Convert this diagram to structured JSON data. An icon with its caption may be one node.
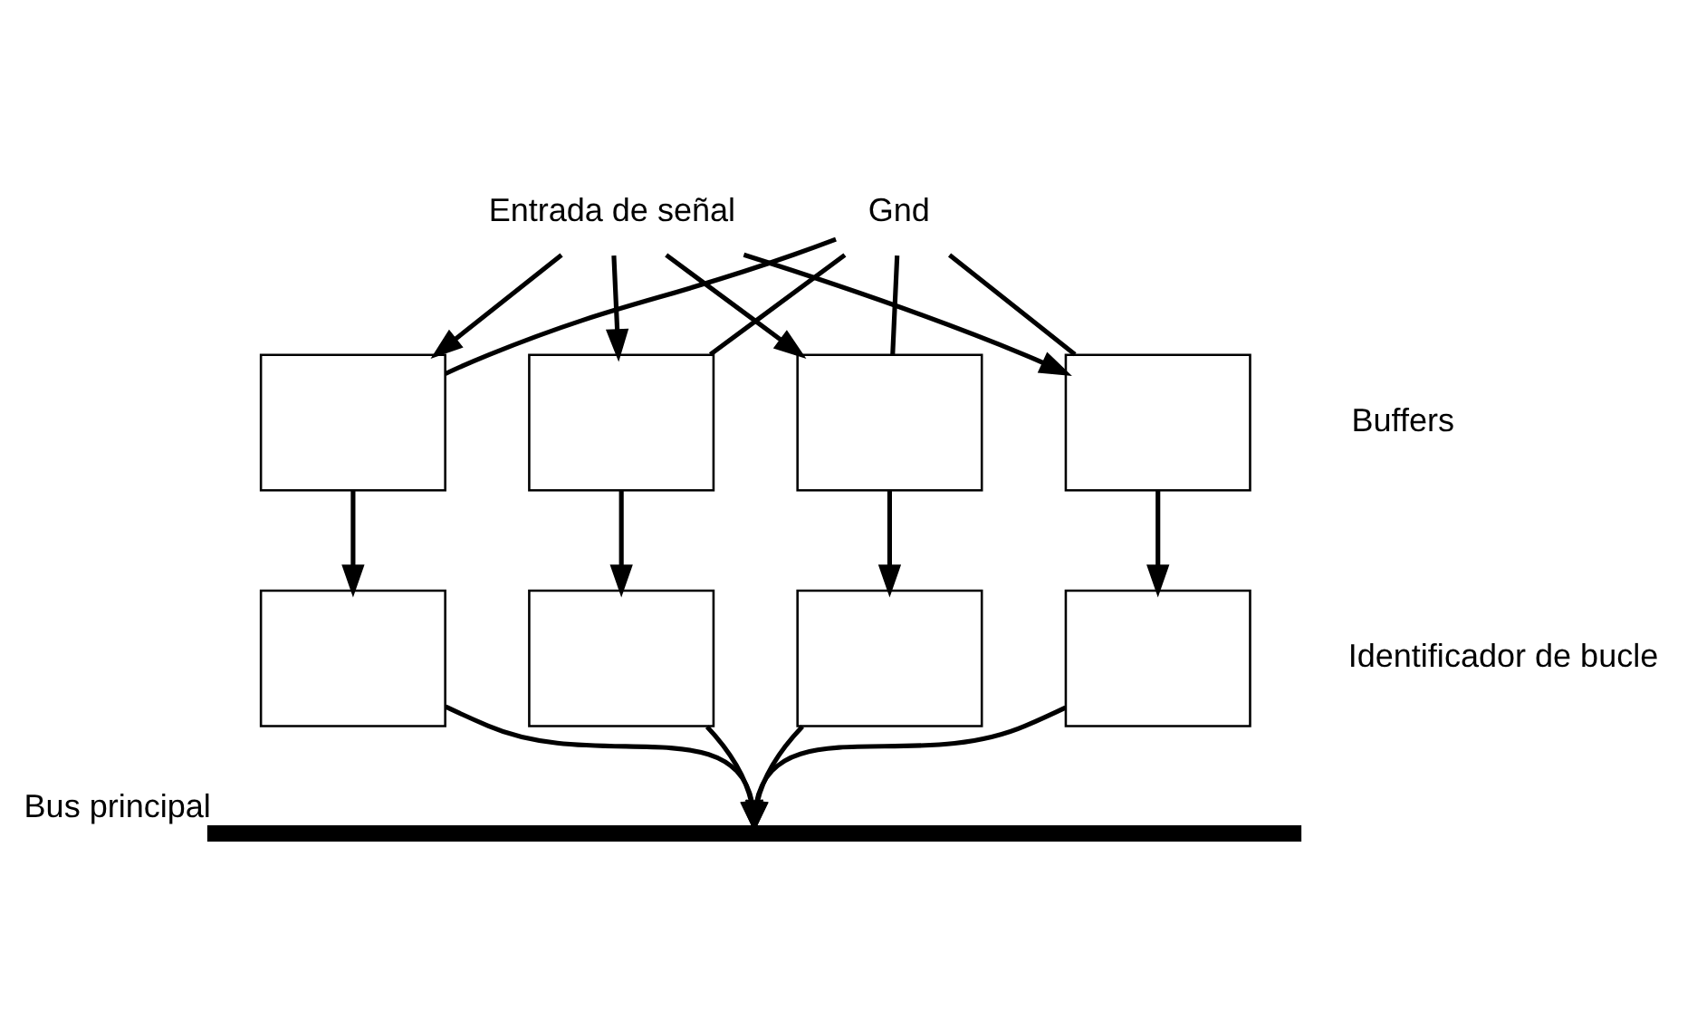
{
  "diagram": {
    "nodes": [
      {
        "text": [
          "Entrada de señal"
        ]
      },
      {
        "text": [
          "Gnd"
        ]
      },
      {
        "text": [],
        "shape": "box"
      },
      {
        "text": [],
        "shape": "box"
      },
      {
        "text": [],
        "shape": "box"
      },
      {
        "text": [],
        "shape": "box"
      },
      {
        "text": [],
        "shape": "box"
      },
      {
        "text": [],
        "shape": "box"
      },
      {
        "text": [],
        "shape": "box"
      },
      {
        "text": [],
        "shape": "box"
      },
      {
        "text": [],
        "shape": "bar",
        "beside": [
          "Bus principal"
        ]
      }
    ],
    "edges": [
      {
        "from": 0,
        "to": 2,
        "arrow": "to"
      },
      {
        "from": 0,
        "to": 3,
        "arrow": "to"
      },
      {
        "from": 0,
        "to": 4,
        "arrow": "to"
      },
      {
        "from": 0,
        "to": 5,
        "arrow": "to"
      },
      {
        "from": 1,
        "to": 2,
        "arrow": "none"
      },
      {
        "from": 1,
        "to": 3,
        "arrow": "none"
      },
      {
        "from": 1,
        "to": 4,
        "arrow": "none"
      },
      {
        "from": 1,
        "to": 5,
        "arrow": "none"
      },
      {
        "from": 2,
        "to": 6,
        "arrow": "to"
      },
      {
        "from": 3,
        "to": 7,
        "arrow": "to"
      },
      {
        "from": 4,
        "to": 8,
        "arrow": "to"
      },
      {
        "from": 5,
        "to": 9,
        "arrow": "to"
      },
      {
        "from": 6,
        "to": 10,
        "arrow": "to"
      },
      {
        "from": 7,
        "to": 10,
        "arrow": "to"
      },
      {
        "from": 8,
        "to": 10,
        "arrow": "to"
      },
      {
        "from": 9,
        "to": 10,
        "arrow": "to"
      }
    ],
    "labels": [
      "Buffers",
      "Identificador de bucle"
    ]
  }
}
